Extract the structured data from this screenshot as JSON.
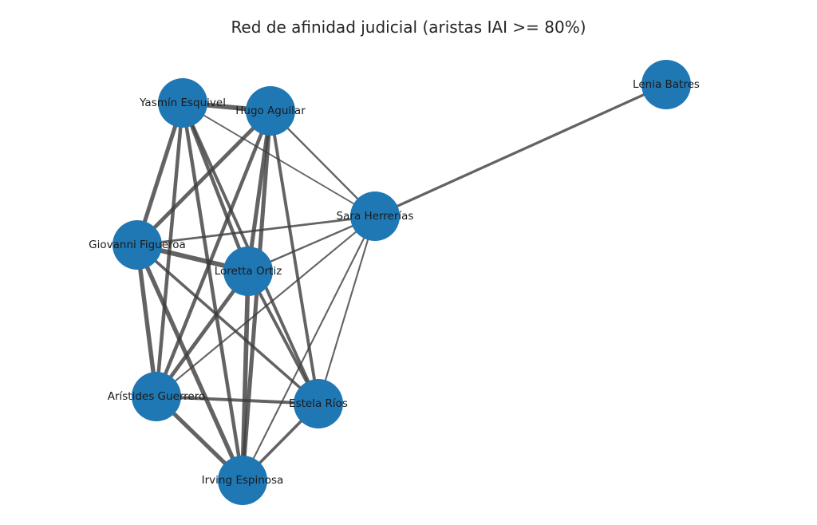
{
  "title": "Red de afinidad judicial (aristas IAI >= 80%)",
  "colors": {
    "node": "#1f77b4",
    "edge": "#3c3c3c",
    "label": "#1a1a1a"
  },
  "nodes": [
    {
      "id": "yasmin",
      "label": "Yasmín Esquivel"
    },
    {
      "id": "hugo",
      "label": "Hugo Aguilar"
    },
    {
      "id": "lenia",
      "label": "Lenia Batres"
    },
    {
      "id": "sara",
      "label": "Sara Herrerías"
    },
    {
      "id": "giovanni",
      "label": "Giovanni Figueroa"
    },
    {
      "id": "loretta",
      "label": "Loretta Ortiz"
    },
    {
      "id": "aristides",
      "label": "Arístides Guerrero"
    },
    {
      "id": "estela",
      "label": "Estela Ríos"
    },
    {
      "id": "irving",
      "label": "Irving Espinosa"
    }
  ],
  "edges": [
    {
      "source": "yasmin",
      "target": "hugo",
      "weight": 0.95
    },
    {
      "source": "yasmin",
      "target": "giovanni",
      "weight": 0.92
    },
    {
      "source": "yasmin",
      "target": "loretta",
      "weight": 0.9
    },
    {
      "source": "yasmin",
      "target": "aristides",
      "weight": 0.9
    },
    {
      "source": "yasmin",
      "target": "estela",
      "weight": 0.88
    },
    {
      "source": "yasmin",
      "target": "irving",
      "weight": 0.9
    },
    {
      "source": "yasmin",
      "target": "sara",
      "weight": 0.81
    },
    {
      "source": "hugo",
      "target": "giovanni",
      "weight": 0.91
    },
    {
      "source": "hugo",
      "target": "loretta",
      "weight": 0.92
    },
    {
      "source": "hugo",
      "target": "aristides",
      "weight": 0.9
    },
    {
      "source": "hugo",
      "target": "estela",
      "weight": 0.88
    },
    {
      "source": "hugo",
      "target": "irving",
      "weight": 0.92
    },
    {
      "source": "hugo",
      "target": "sara",
      "weight": 0.83
    },
    {
      "source": "lenia",
      "target": "sara",
      "weight": 0.86
    },
    {
      "source": "sara",
      "target": "giovanni",
      "weight": 0.84
    },
    {
      "source": "sara",
      "target": "loretta",
      "weight": 0.83
    },
    {
      "source": "sara",
      "target": "aristides",
      "weight": 0.82
    },
    {
      "source": "sara",
      "target": "estela",
      "weight": 0.82
    },
    {
      "source": "sara",
      "target": "irving",
      "weight": 0.82
    },
    {
      "source": "giovanni",
      "target": "loretta",
      "weight": 0.95
    },
    {
      "source": "giovanni",
      "target": "aristides",
      "weight": 0.93
    },
    {
      "source": "giovanni",
      "target": "estela",
      "weight": 0.87
    },
    {
      "source": "giovanni",
      "target": "irving",
      "weight": 0.93
    },
    {
      "source": "loretta",
      "target": "aristides",
      "weight": 0.91
    },
    {
      "source": "loretta",
      "target": "estela",
      "weight": 0.88
    },
    {
      "source": "loretta",
      "target": "irving",
      "weight": 0.94
    },
    {
      "source": "aristides",
      "target": "estela",
      "weight": 0.88
    },
    {
      "source": "aristides",
      "target": "irving",
      "weight": 0.92
    },
    {
      "source": "estela",
      "target": "irving",
      "weight": 0.87
    }
  ]
}
